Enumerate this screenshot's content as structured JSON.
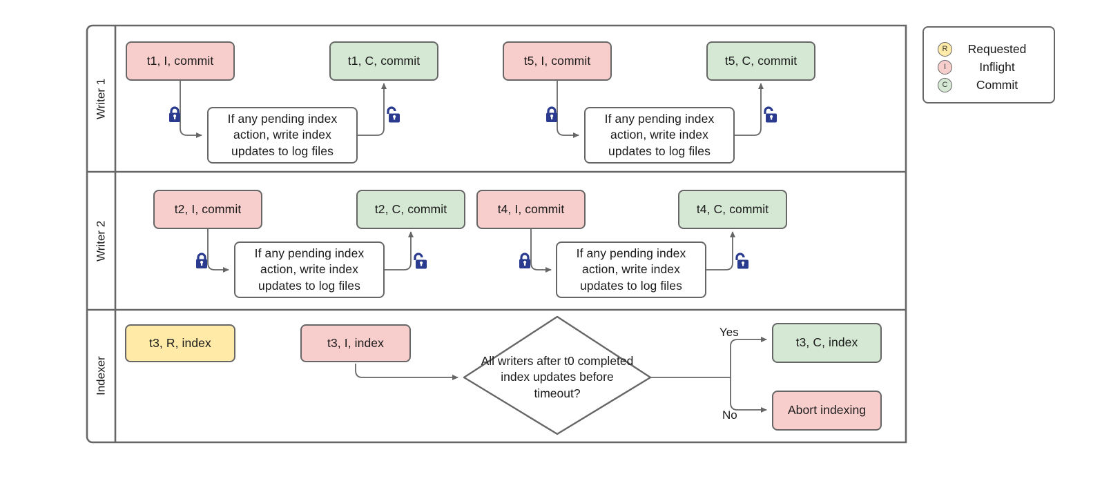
{
  "diagram": {
    "title": "Writer / Indexer index-update coordination swimlane",
    "colors": {
      "inflight": "#f8cecc",
      "commit": "#d5e8d4",
      "requested": "#ffeaa8",
      "plain": "#ffffff",
      "stroke": "#666666",
      "lock": "#2a3b8f",
      "text": "#1a1a1a"
    },
    "lanes": [
      {
        "id": "writer1",
        "label": "Writer 1"
      },
      {
        "id": "writer2",
        "label": "Writer 2"
      },
      {
        "id": "indexer",
        "label": "Indexer"
      }
    ],
    "nodes": {
      "w1_t1_i": "t1, I, commit",
      "w1_t1_c": "t1, C, commit",
      "w1_t5_i": "t5, I, commit",
      "w1_t5_c": "t5, C, commit",
      "w1_proc_a": "If any pending index action, write index updates to log files",
      "w1_proc_b": "If any pending index action, write index updates to log files",
      "w2_t2_i": "t2, I, commit",
      "w2_t2_c": "t2, C, commit",
      "w2_t4_i": "t4, I, commit",
      "w2_t4_c": "t4, C, commit",
      "w2_proc_a": "If any pending index action, write index updates to log files",
      "w2_proc_b": "If any pending index action, write index updates to log files",
      "ix_t3_r": "t3, R, index",
      "ix_t3_i": "t3, I, index",
      "ix_decision": "All writers after t0 completed index updates before timeout?",
      "ix_t3_c": "t3, C, index",
      "ix_abort": "Abort indexing"
    },
    "edge_labels": {
      "yes": "Yes",
      "no": "No"
    },
    "icons": {
      "lock_closed": "lock-closed-icon",
      "lock_open": "lock-open-icon"
    },
    "legend": {
      "items": [
        {
          "badge": "R",
          "label": "Requested",
          "color": "#ffeaa8"
        },
        {
          "badge": "I",
          "label": "Inflight",
          "color": "#f8cecc"
        },
        {
          "badge": "C",
          "label": "Commit",
          "color": "#d5e8d4"
        }
      ]
    }
  }
}
